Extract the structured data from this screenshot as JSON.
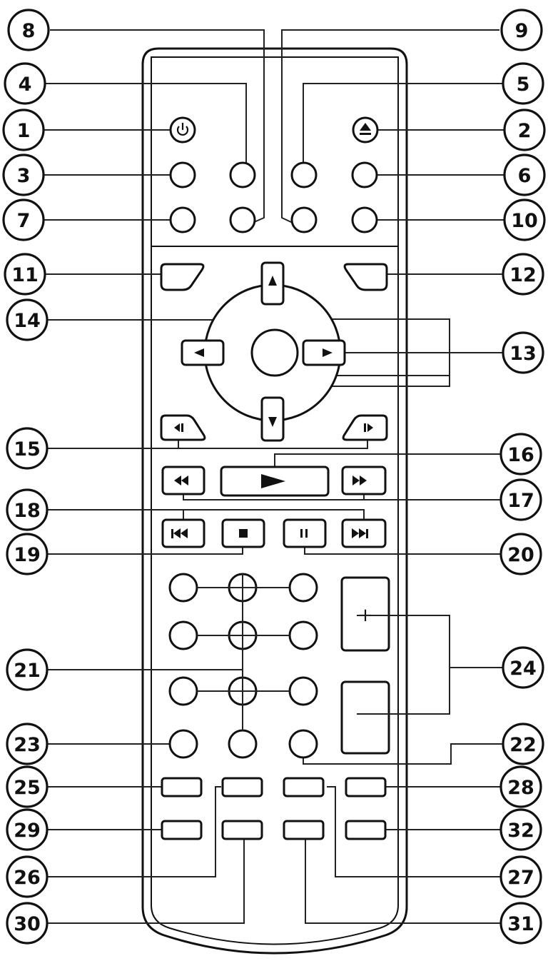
{
  "callouts": [
    {
      "id": "c1",
      "label": "1"
    },
    {
      "id": "c2",
      "label": "2"
    },
    {
      "id": "c3",
      "label": "3"
    },
    {
      "id": "c4",
      "label": "4"
    },
    {
      "id": "c5",
      "label": "5"
    },
    {
      "id": "c6",
      "label": "6"
    },
    {
      "id": "c7",
      "label": "7"
    },
    {
      "id": "c8",
      "label": "8"
    },
    {
      "id": "c9",
      "label": "9"
    },
    {
      "id": "c10",
      "label": "10"
    },
    {
      "id": "c11",
      "label": "11"
    },
    {
      "id": "c12",
      "label": "12"
    },
    {
      "id": "c13",
      "label": "13"
    },
    {
      "id": "c14",
      "label": "14"
    },
    {
      "id": "c15",
      "label": "15"
    },
    {
      "id": "c16",
      "label": "16"
    },
    {
      "id": "c17",
      "label": "17"
    },
    {
      "id": "c18",
      "label": "18"
    },
    {
      "id": "c19",
      "label": "19"
    },
    {
      "id": "c20",
      "label": "20"
    },
    {
      "id": "c21",
      "label": "21"
    },
    {
      "id": "c22",
      "label": "22"
    },
    {
      "id": "c23",
      "label": "23"
    },
    {
      "id": "c24",
      "label": "24"
    },
    {
      "id": "c25",
      "label": "25"
    },
    {
      "id": "c26",
      "label": "26"
    },
    {
      "id": "c27",
      "label": "27"
    },
    {
      "id": "c28",
      "label": "28"
    },
    {
      "id": "c29",
      "label": "29"
    },
    {
      "id": "c30",
      "label": "30"
    },
    {
      "id": "c31",
      "label": "31"
    },
    {
      "id": "c32",
      "label": "32"
    }
  ],
  "volume": {
    "plus": "+",
    "minus": "—"
  }
}
